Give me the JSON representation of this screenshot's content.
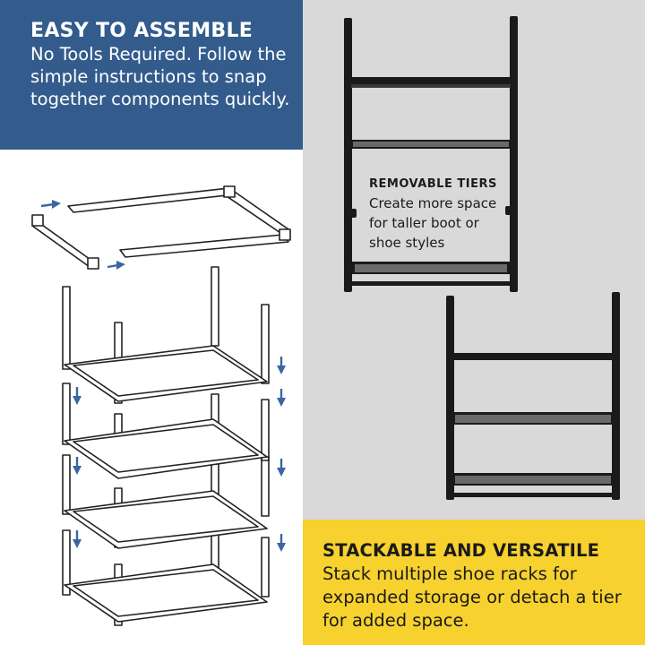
{
  "assemble": {
    "title": "EASY TO ASSEMBLE",
    "body": "No Tools Required. Follow the simple instructions to snap together components quickly."
  },
  "tiers": {
    "title": "REMOVABLE TIERS",
    "body": "Create more space for taller boot or shoe styles"
  },
  "stackable": {
    "title": "STACKABLE AND VERSATILE",
    "body": "Stack multiple shoe racks for expanded storage or detach a tier for added space."
  },
  "colors": {
    "blue_panel": "#335c8d",
    "yellow_panel": "#f7d12e",
    "gray_panel": "#d9d9d9",
    "arrow": "#3a66a3",
    "rack": "#1a1a1a"
  }
}
